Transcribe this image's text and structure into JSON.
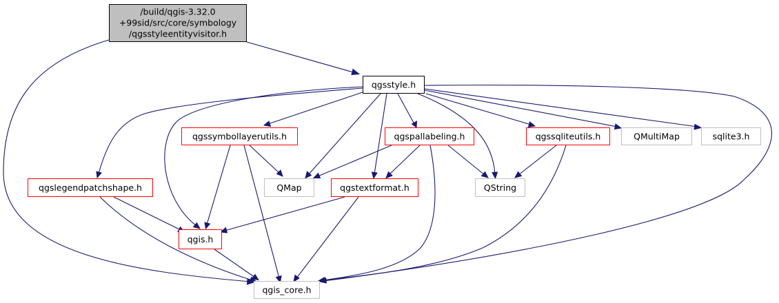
{
  "colors": {
    "edge": "#191970",
    "root_fill": "#bfbfbf",
    "root_border": "#000000",
    "focus_border": "#000000",
    "documented_border": "#ff0000",
    "external_border": "#bfbfbf",
    "node_fill": "#ffffff"
  },
  "nodes": {
    "root": {
      "lines": [
        "/build/qgis-3.32.0",
        "+99sid/src/core/symbology",
        "/qgsstyleentityvisitor.h"
      ]
    },
    "qgsstyle": {
      "label": "qgsstyle.h"
    },
    "qgssymbollayerutils": {
      "label": "qgssymbollayerutils.h"
    },
    "qgspallabeling": {
      "label": "qgspallabeling.h"
    },
    "qgssqliteutils": {
      "label": "qgssqliteutils.h"
    },
    "qmultimap": {
      "label": "QMultiMap"
    },
    "sqlite3": {
      "label": "sqlite3.h"
    },
    "qgslegendpatchshape": {
      "label": "qgslegendpatchshape.h"
    },
    "qmap": {
      "label": "QMap"
    },
    "qgstextformat": {
      "label": "qgstextformat.h"
    },
    "qstring": {
      "label": "QString"
    },
    "qgis": {
      "label": "qgis.h"
    },
    "qgis_core": {
      "label": "qgis_core.h"
    }
  }
}
